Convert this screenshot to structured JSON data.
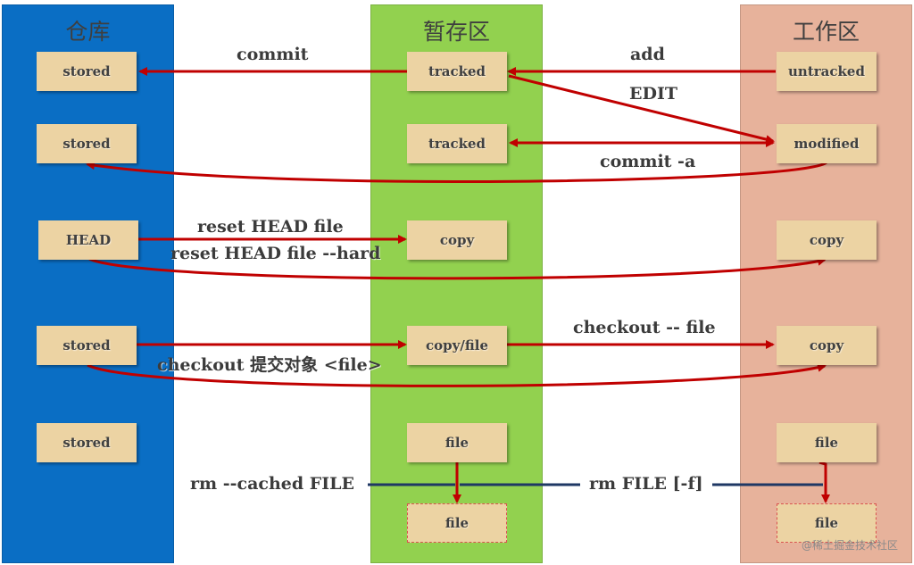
{
  "columns": {
    "repo": "仓库",
    "stage": "暂存区",
    "work": "工作区"
  },
  "boxes": {
    "repo_1": "stored",
    "repo_2": "stored",
    "repo_head": "HEAD",
    "repo_3": "stored",
    "repo_4": "stored",
    "stage_tracked_1": "tracked",
    "stage_tracked_2": "tracked",
    "stage_copy": "copy",
    "stage_copy_file": "copy/file",
    "stage_file_1": "file",
    "stage_file_2": "file",
    "work_untracked": "untracked",
    "work_modified": "modified",
    "work_copy_1": "copy",
    "work_copy_2": "copy",
    "work_file_1": "file",
    "work_file_2": "file"
  },
  "labels": {
    "commit": "commit",
    "add": "add",
    "edit": "EDIT",
    "commit_a": "commit -a",
    "reset_head": "reset HEAD file",
    "reset_hard": "reset HEAD file --hard",
    "checkout_file": "checkout -- file",
    "checkout_obj": "checkout  提交对象 <file>",
    "rm_cached": "rm  --cached FILE",
    "rm_file": "rm FILE [-f]"
  },
  "watermark": "@稀土掘金技术社区",
  "colors": {
    "repo": "#0a6ec4",
    "stage": "#92d14f",
    "work": "#e7b29b",
    "box": "#ecd3a3",
    "arrow": "#c00000",
    "line": "#1f3864"
  }
}
